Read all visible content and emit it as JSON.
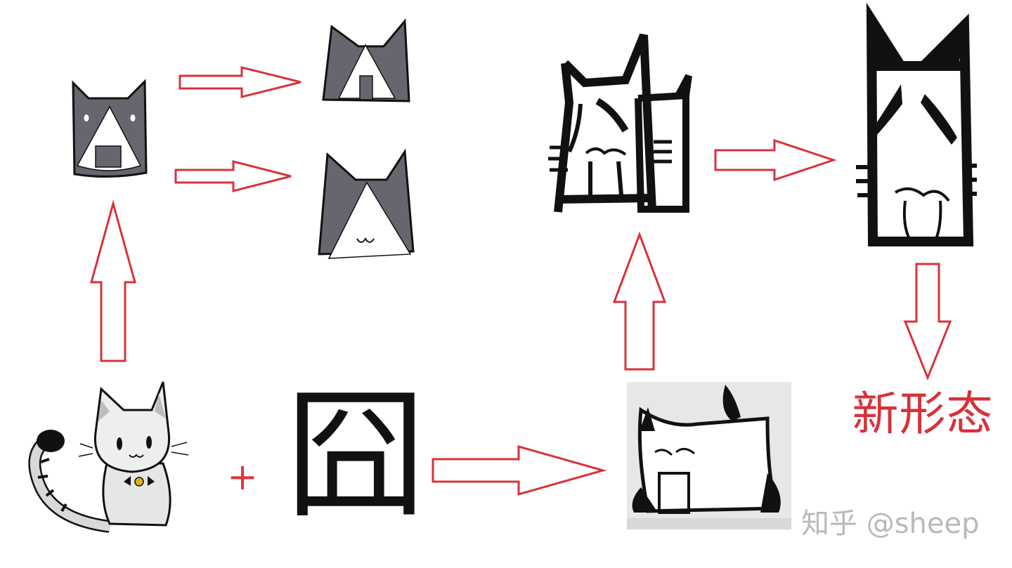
{
  "labels": {
    "plus": "+",
    "jiong": "囧",
    "new_form": "新形态",
    "watermark": "知乎 @sheep"
  },
  "colors": {
    "arrow": "#d8323a",
    "cat_gray": "#66666f",
    "ink": "#111111"
  },
  "icons": [
    "cartoon-cat-image",
    "gray-cat-head-icon",
    "cat-head-variant-a-icon",
    "cat-head-variant-b-icon",
    "jiong-cat-photo",
    "tall-cat-icon",
    "final-cat-icon"
  ]
}
